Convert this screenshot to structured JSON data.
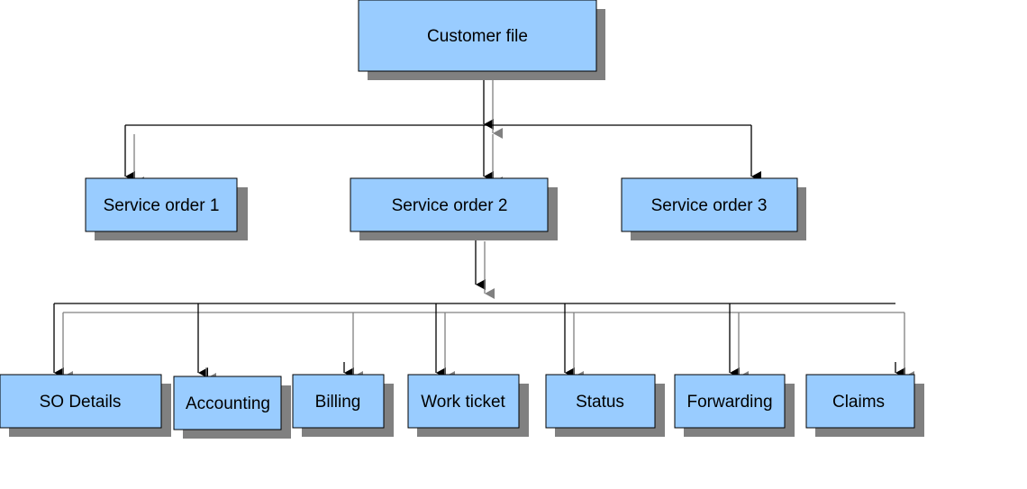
{
  "diagram": {
    "root": {
      "label": "Customer file"
    },
    "service_orders": [
      {
        "label": "Service order 1"
      },
      {
        "label": "Service order 2"
      },
      {
        "label": "Service order 3"
      }
    ],
    "details": [
      {
        "label": "SO Details"
      },
      {
        "label": "Accounting"
      },
      {
        "label": "Billing"
      },
      {
        "label": "Work ticket"
      },
      {
        "label": "Status"
      },
      {
        "label": "Forwarding"
      },
      {
        "label": "Claims"
      }
    ]
  },
  "colors": {
    "box_fill": "#99ccff",
    "box_border": "#000000",
    "shadow": "#808080",
    "connector_primary": "#000000",
    "connector_secondary": "#808080"
  }
}
